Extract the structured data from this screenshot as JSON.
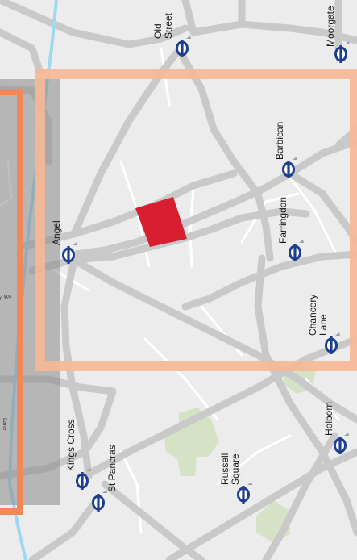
{
  "map": {
    "colors": {
      "background": "#ececec",
      "road": "#c9c9c9",
      "river": "#9fd8f2",
      "park": "#d5e2c6",
      "highlight_orange": "#f2875a",
      "highlight_orange_light": "#f6b896",
      "grey_panel": "#8b8b8b",
      "site": "#d81f32",
      "tube_blue": "#1e3f8f"
    },
    "stations": [
      {
        "id": "old-street",
        "lines": [
          "Old",
          "Street"
        ]
      },
      {
        "id": "moorgate",
        "lines": [
          "Moorgate"
        ]
      },
      {
        "id": "barbican",
        "lines": [
          "Barbican"
        ]
      },
      {
        "id": "farringdon",
        "lines": [
          "Farringdon"
        ]
      },
      {
        "id": "angel",
        "lines": [
          "Angel"
        ]
      },
      {
        "id": "chancery-lane",
        "lines": [
          "Chancery",
          "Lane"
        ]
      },
      {
        "id": "holborn",
        "lines": [
          "Holborn"
        ]
      },
      {
        "id": "kings-cross",
        "lines": [
          "Kings Cross"
        ]
      },
      {
        "id": "st-pancras",
        "lines": [
          "St Pancras"
        ]
      },
      {
        "id": "russell-square",
        "lines": [
          "Russell",
          "Square"
        ]
      }
    ],
    "road_labels": {
      "rd": "n Rd",
      "lane": "Lane"
    }
  }
}
